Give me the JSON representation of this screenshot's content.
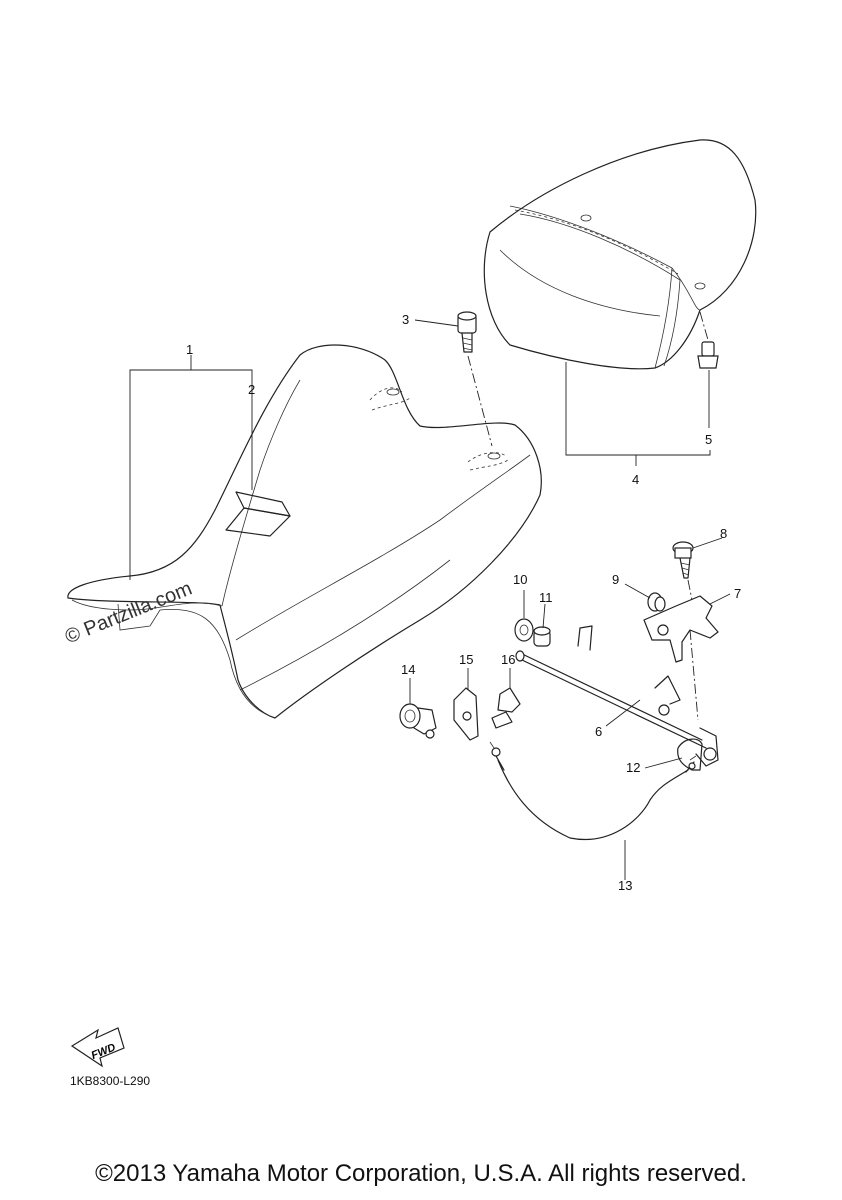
{
  "callouts": [
    {
      "id": "1",
      "label": "1"
    },
    {
      "id": "2",
      "label": "2"
    },
    {
      "id": "3",
      "label": "3"
    },
    {
      "id": "4",
      "label": "4"
    },
    {
      "id": "5",
      "label": "5"
    },
    {
      "id": "6",
      "label": "6"
    },
    {
      "id": "7",
      "label": "7"
    },
    {
      "id": "8",
      "label": "8"
    },
    {
      "id": "9",
      "label": "9"
    },
    {
      "id": "10",
      "label": "10"
    },
    {
      "id": "11",
      "label": "11"
    },
    {
      "id": "12",
      "label": "12"
    },
    {
      "id": "13",
      "label": "13"
    },
    {
      "id": "14",
      "label": "14"
    },
    {
      "id": "15",
      "label": "15"
    },
    {
      "id": "16",
      "label": "16"
    }
  ],
  "watermark": "© Partzilla.com",
  "fwd_label": "FWD",
  "diagram_code": "1KB8300-L290",
  "copyright": "©2013 Yamaha Motor Corporation, U.S.A. All rights reserved."
}
